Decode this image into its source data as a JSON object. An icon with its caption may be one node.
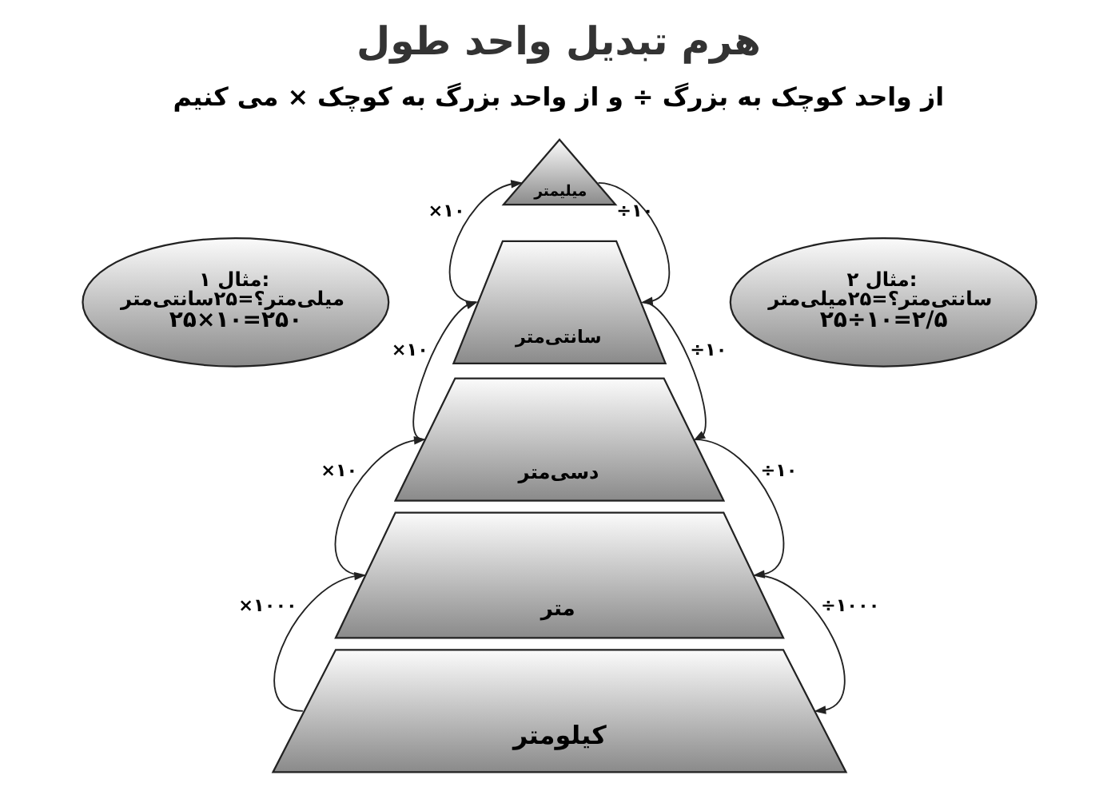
{
  "diagram": {
    "title": "هرم تبدیل واحد طول",
    "nodes": [
      {
        "text": [
          "میلیمتر"
        ]
      },
      {
        "text": [
          "سانتی‌متر"
        ]
      },
      {
        "text": [
          "دسی‌متر"
        ]
      },
      {
        "text": [
          "متر"
        ]
      },
      {
        "text": [
          "کیلومتر"
        ]
      },
      {
        "text": [
          "مثال ۱:",
          "میلی‌متر؟=۲۵سانتی‌متر",
          "۲۵×۱۰=۲۵۰"
        ]
      },
      {
        "text": [
          "مثال ۲:",
          "سانتی‌متر؟=۲۵میلی‌متر",
          "۲۵÷۱۰=۲/۵"
        ]
      }
    ],
    "edges": [
      {
        "from": 1,
        "to": 0,
        "arrow": "to",
        "label": "×۱۰"
      },
      {
        "from": 2,
        "to": 1,
        "arrow": "to",
        "label": "×۱۰"
      },
      {
        "from": 3,
        "to": 2,
        "arrow": "to",
        "label": "×۱۰"
      },
      {
        "from": 4,
        "to": 3,
        "arrow": "to",
        "label": "×۱۰۰۰"
      },
      {
        "from": 0,
        "to": 1,
        "arrow": "to",
        "label": "÷۱۰"
      },
      {
        "from": 1,
        "to": 2,
        "arrow": "to",
        "label": "÷۱۰"
      },
      {
        "from": 2,
        "to": 3,
        "arrow": "to",
        "label": "÷۱۰"
      },
      {
        "from": 3,
        "to": 4,
        "arrow": "to",
        "label": "÷۱۰۰۰"
      }
    ],
    "labels": [
      "از واحد کوچک به بزرگ ÷ و از واحد بزرگ به کوچک × می کنیم"
    ]
  }
}
